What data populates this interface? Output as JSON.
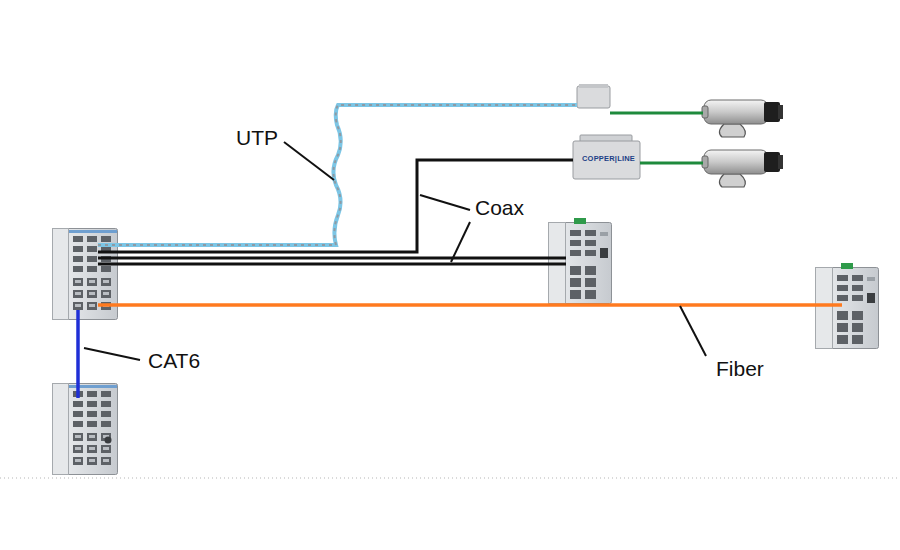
{
  "diagram": {
    "labels": [
      "UTP",
      "Coax",
      "CAT6",
      "Fiber",
      "COPPER|LINE"
    ]
  }
}
